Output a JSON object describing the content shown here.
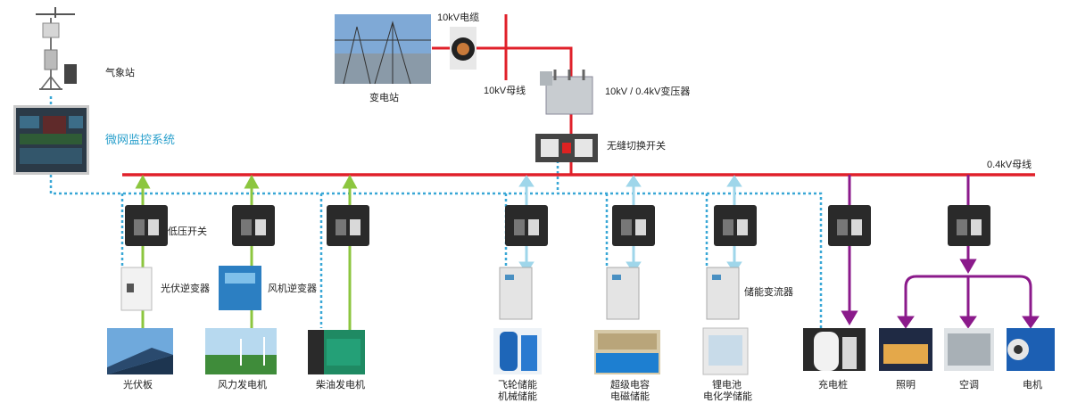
{
  "labels": {
    "weather_station": "气象站",
    "monitor_system": "微网监控系统",
    "substation": "变电站",
    "cable_10kv": "10kV电缆",
    "bus_10kv": "10kV母线",
    "transformer": "10kV / 0.4kV变压器",
    "ats": "无缝切换开关",
    "bus_04kv": "0.4kV母线",
    "lv_switch": "低压开关",
    "pv_inverter": "光伏逆变器",
    "wind_inverter": "风机逆变器",
    "pcs": "储能变流器",
    "pv_panel": "光伏板",
    "wind_turbine": "风力发电机",
    "diesel": "柴油发电机",
    "flywheel_1": "飞轮储能",
    "flywheel_2": "机械储能",
    "supercap_1": "超级电容",
    "supercap_2": "电磁储能",
    "li_1": "锂电池",
    "li_2": "电化学储能",
    "charger": "充电桩",
    "lighting": "照明",
    "ac": "空调",
    "motor": "电机"
  },
  "colors": {
    "hv_line": "#e0202a",
    "pv_green": "#8cc63f",
    "storage_blue": "#9fd6ea",
    "load_purple": "#8b1a8b",
    "comm_dotted": "#39a7d6"
  }
}
